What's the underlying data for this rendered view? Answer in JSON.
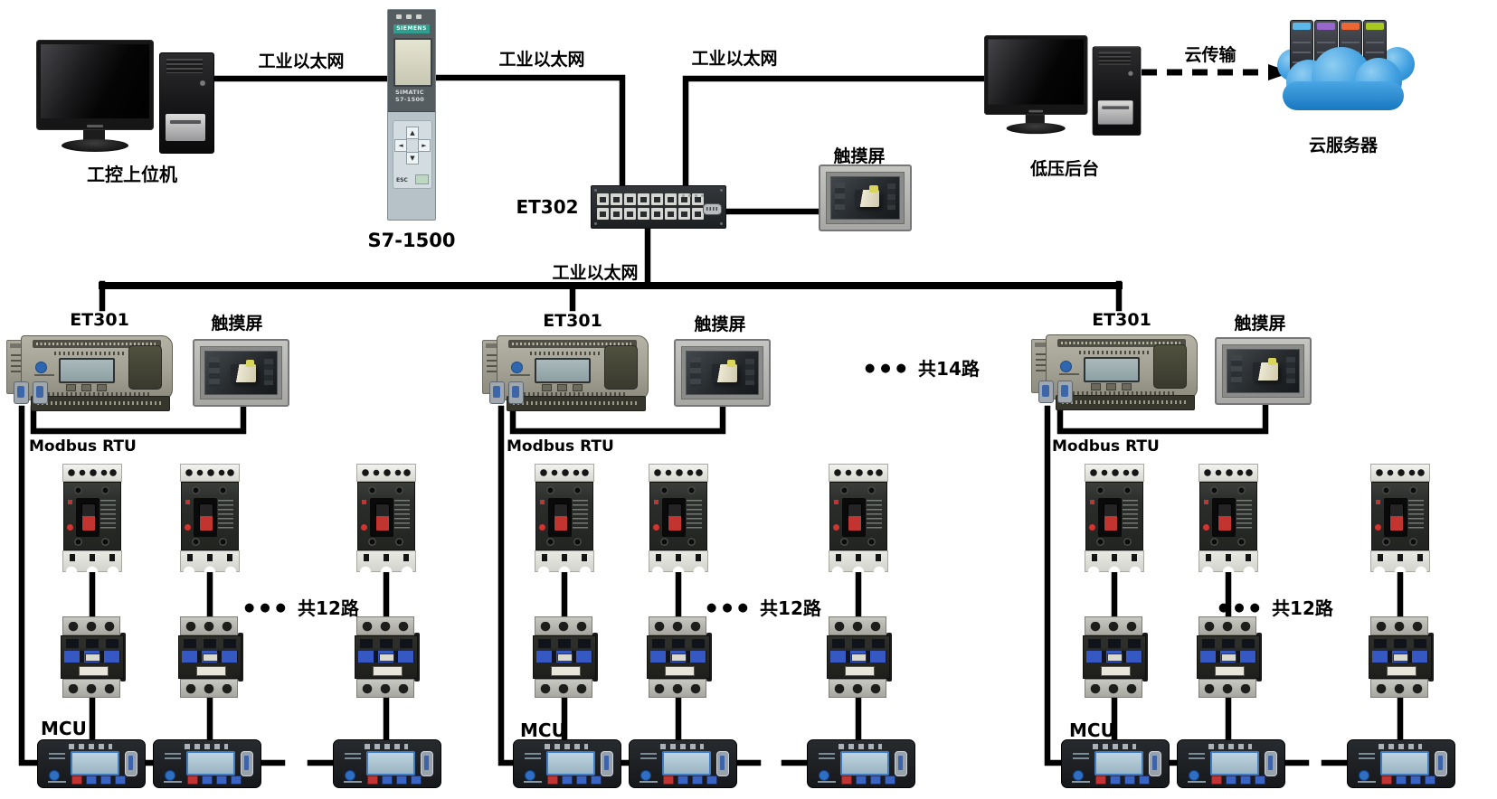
{
  "labels": {
    "host_pc": "工控上位机",
    "industrial_ethernet": "工业以太网",
    "plc": "S7-1500",
    "switch": "ET302",
    "touch_screen": "触摸屏",
    "lv_backend": "低压后台",
    "cloud_link": "云传输",
    "cloud_server": "云服务器",
    "gateway": "ET301",
    "modbus": "Modbus RTU",
    "mcu": "MCU",
    "group_14": "共14路",
    "group_12": "共12路",
    "dots": "●●●"
  },
  "device_text": {
    "plc_brand": "SIEMENS",
    "plc_line1": "SIMATIC",
    "plc_line2": "S7-1500",
    "plc_esc": "ESC"
  },
  "colors": {
    "line": "#000000",
    "siemens_teal": "#2f9e8e",
    "rocker_red": "#c23430",
    "contactor_blue": "#3558c2",
    "lcd_border": "#3f7cc0",
    "cloud_blue": "#1b7cc4",
    "server_band_1": "#5bb8e8",
    "server_band_2": "#9966cc",
    "server_band_3": "#ee6633",
    "server_band_4": "#a8c820"
  }
}
